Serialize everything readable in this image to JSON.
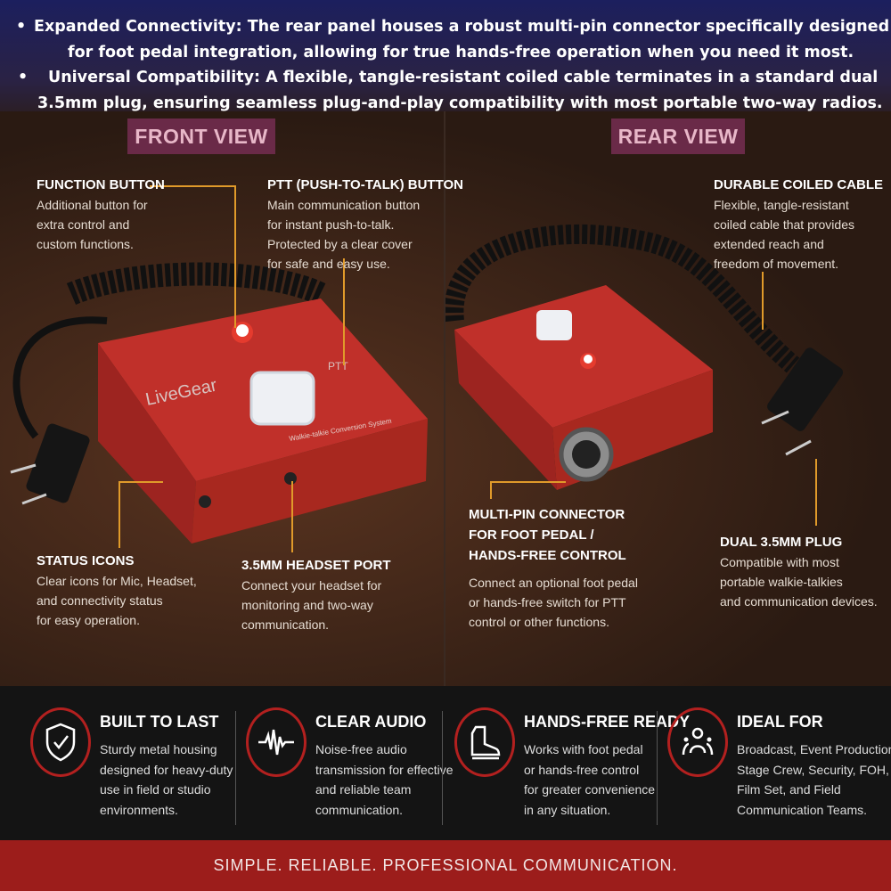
{
  "header": {
    "bullets": [
      {
        "lines": [
          "Expanded Connectivity: The rear panel houses a robust multi-pin connector specifically designed",
          "for foot pedal integration, allowing for true hands-free operation when you need it most."
        ]
      },
      {
        "lines": [
          "Universal Compatibility: A flexible, tangle-resistant coiled cable terminates in a standard dual",
          "3.5mm plug, ensuring seamless plug-and-play compatibility with most portable two-way radios."
        ]
      }
    ]
  },
  "front": {
    "label": "FRONT VIEW",
    "brand": "LiveGear",
    "subtitle": "Walkie-talkie Conversion System",
    "ptt_mark": "PTT",
    "callouts": {
      "function": {
        "title": "FUNCTION BUTTON",
        "lines": [
          "Additional button for",
          "extra control and",
          "custom functions."
        ]
      },
      "ptt": {
        "title": "PTT (PUSH-TO-TALK) BUTTON",
        "lines": [
          "Main communication button",
          "for instant push-to-talk.",
          "Protected by a clear cover",
          "for safe and easy use."
        ]
      },
      "status": {
        "title": "STATUS ICONS",
        "lines": [
          "Clear icons for Mic, Headset,",
          "and connectivity status",
          "for easy operation."
        ]
      },
      "headset": {
        "title": "3.5MM HEADSET PORT",
        "lines": [
          "Connect your headset for",
          "monitoring and two-way",
          "communication."
        ]
      }
    }
  },
  "rear": {
    "label": "REAR VIEW",
    "callouts": {
      "cable": {
        "title": "DURABLE COILED CABLE",
        "lines": [
          "Flexible, tangle-resistant",
          "coiled cable that provides",
          "extended reach and",
          "freedom of movement."
        ]
      },
      "connector": {
        "title_lines": [
          "MULTI-PIN CONNECTOR",
          "FOR FOOT PEDAL /",
          "HANDS-FREE CONTROL"
        ],
        "lines": [
          "Connect an optional foot pedal",
          "or hands-free switch for PTT",
          "control or other functions."
        ]
      },
      "plug": {
        "title": "DUAL 3.5MM PLUG",
        "lines": [
          "Compatible with most",
          "portable walkie-talkies",
          "and communication devices."
        ]
      }
    }
  },
  "features": [
    {
      "icon": "shield-check-icon",
      "title": "BUILT TO LAST",
      "lines": [
        "Sturdy metal housing",
        "designed for heavy-duty",
        "use in field or studio",
        "environments."
      ]
    },
    {
      "icon": "waveform-icon",
      "title": "CLEAR AUDIO",
      "lines": [
        "Noise-free audio",
        "transmission for effective",
        "and reliable team",
        "communication."
      ]
    },
    {
      "icon": "boot-icon",
      "title": "HANDS-FREE READY",
      "lines": [
        "Works with foot pedal",
        "or hands-free control",
        "for greater convenience",
        "in any situation."
      ]
    },
    {
      "icon": "team-icon",
      "title": "IDEAL FOR",
      "lines": [
        "Broadcast, Event Production,",
        "Stage Crew, Security, FOH,",
        "Film Set, and Field",
        "Communication Teams."
      ]
    }
  ],
  "footer": "SIMPLE. RELIABLE. PROFESSIONAL COMMUNICATION.",
  "colors": {
    "accent": "#b3201f",
    "callout_line": "#e09a2a",
    "label_bg": "#6a2a48",
    "device_red": "#c0302a"
  }
}
